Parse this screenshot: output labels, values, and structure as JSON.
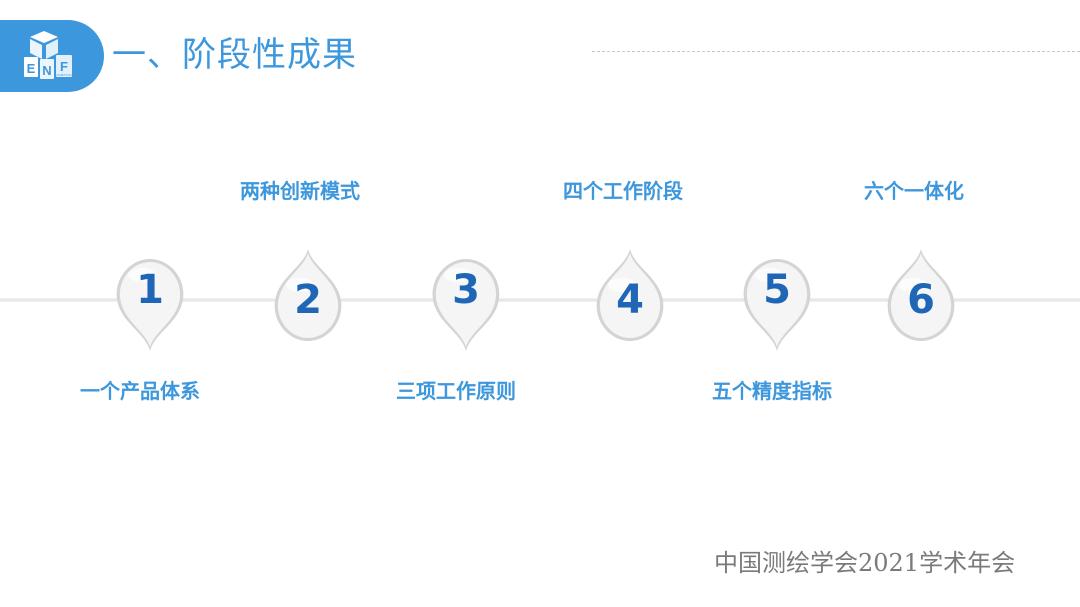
{
  "header": {
    "title": "一、阶段性成果",
    "logo_letters": [
      "E",
      "N",
      "F"
    ],
    "logo_subtext": "NUMXYUN"
  },
  "stages": [
    {
      "number": "1",
      "label": "一个产品体系",
      "position": "below"
    },
    {
      "number": "2",
      "label": "两种创新模式",
      "position": "above"
    },
    {
      "number": "3",
      "label": "三项工作原则",
      "position": "below"
    },
    {
      "number": "4",
      "label": "四个工作阶段",
      "position": "above"
    },
    {
      "number": "5",
      "label": "五个精度指标",
      "position": "below"
    },
    {
      "number": "6",
      "label": "六个一体化",
      "position": "above"
    }
  ],
  "footer": {
    "text": "中国测绘学会2021学术年会"
  },
  "colors": {
    "accent": "#3d97dc",
    "number": "#1f67b6",
    "footer": "#7a7a7a"
  }
}
